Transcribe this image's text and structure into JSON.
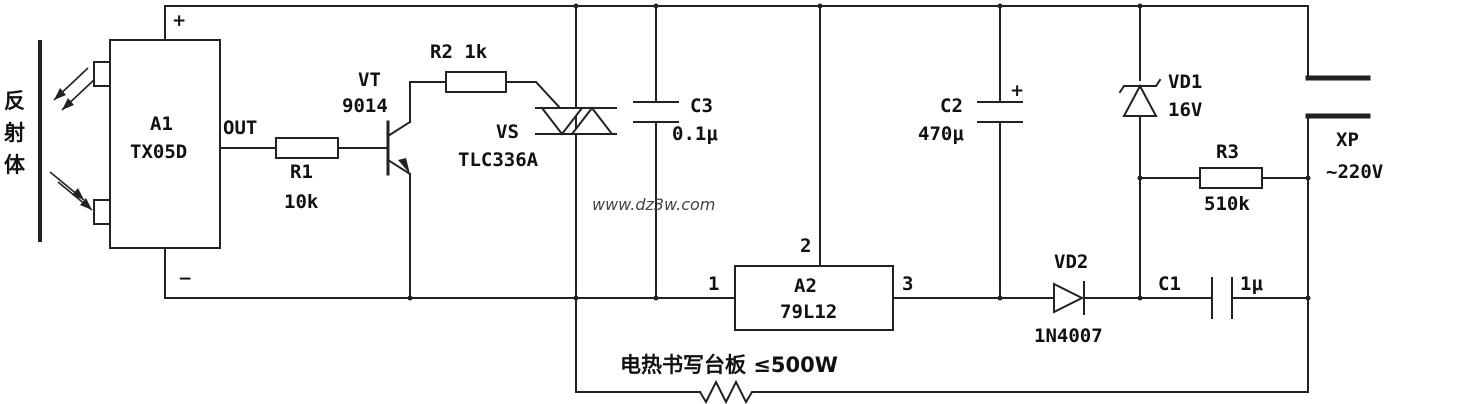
{
  "labels": {
    "reflector": "反射体",
    "a1_name": "A1",
    "a1_part": "TX05D",
    "a1_out": "OUT",
    "a1_plus": "+",
    "a1_minus": "−",
    "r1_name": "R1",
    "r1_value": "10k",
    "vt_name": "VT",
    "vt_part": "9014",
    "r2_label": "R2  1k",
    "vs_name": "VS",
    "vs_part": "TLC336A",
    "c3_name": "C3",
    "c3_value": "0.1μ",
    "watermark": "www.dz3w.com",
    "a2_name": "A2",
    "a2_part": "79L12",
    "a2_pin1": "1",
    "a2_pin2": "2",
    "a2_pin3": "3",
    "c2_name": "C2",
    "c2_value": "470μ",
    "c2_plus": "+",
    "vd1_name": "VD1",
    "vd1_value": "16V",
    "vd2_name": "VD2",
    "vd2_part": "1N4007",
    "r3_name": "R3",
    "r3_value": "510k",
    "c1_label": "C1",
    "c1_value": "1μ",
    "xp_name": "XP",
    "xp_value": "~220V",
    "load_label": "电热书写台板  ≤500W"
  }
}
